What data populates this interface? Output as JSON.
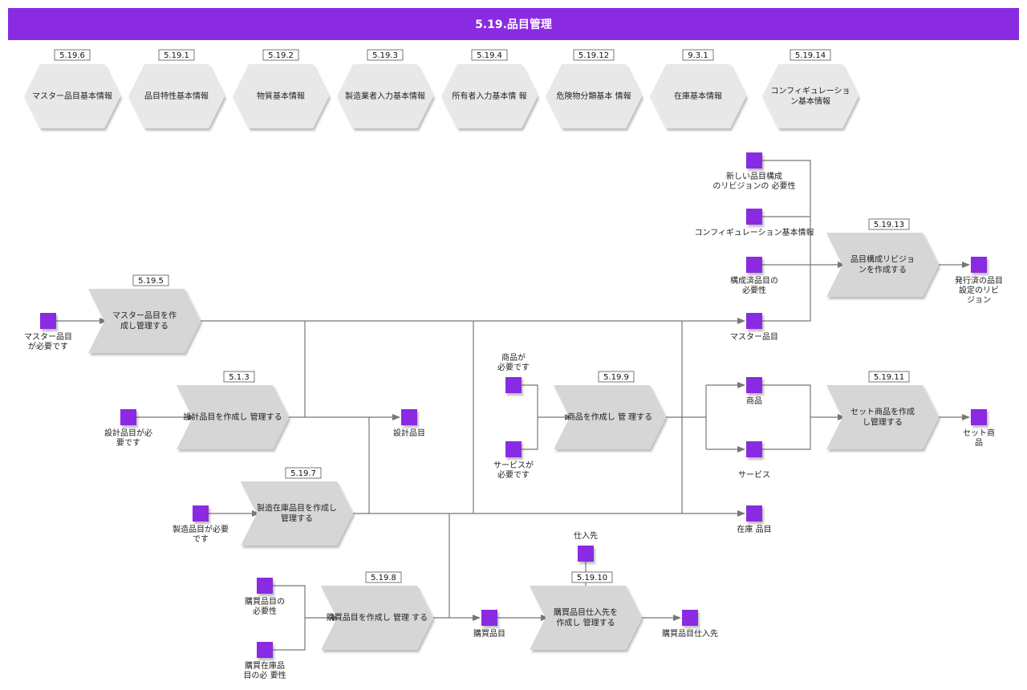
{
  "title": "5.19.品目管理",
  "colors": {
    "accent": "#8a2be2",
    "shape_fill": "#d6d6d6",
    "hex_fill": "#e8e8e8",
    "connector": "#777777"
  },
  "references": [
    {
      "tag": "5.19.6",
      "label": [
        "マスター品目基本情報"
      ]
    },
    {
      "tag": "5.19.1",
      "label": [
        "品目特性基本情報"
      ]
    },
    {
      "tag": "5.19.2",
      "label": [
        "物質基本情報"
      ]
    },
    {
      "tag": "5.19.3",
      "label": [
        "製造業者入力基本情報"
      ]
    },
    {
      "tag": "5.19.4",
      "label": [
        "所有者入力基本情 報"
      ]
    },
    {
      "tag": "5.19.12",
      "label": [
        "危険物分類基本 情報"
      ]
    },
    {
      "tag": "9.3.1",
      "label": [
        "在庫基本情報"
      ]
    },
    {
      "tag": "5.19.14",
      "label": [
        "コンフィギュレーショ",
        "ン基本情報"
      ]
    }
  ],
  "processes": [
    {
      "id": "p-5195",
      "tag": "5.19.5",
      "label": [
        "マスター品目を作",
        "成し管理する"
      ]
    },
    {
      "id": "p-513",
      "tag": "5.1.3",
      "label": [
        "設計品目を作成し 管理する"
      ]
    },
    {
      "id": "p-5197",
      "tag": "5.19.7",
      "label": [
        "製造在庫品目を作成し",
        "管理する"
      ]
    },
    {
      "id": "p-5198",
      "tag": "5.19.8",
      "label": [
        "購買品目を作成し 管理 する"
      ]
    },
    {
      "id": "p-51910",
      "tag": "5.19.10",
      "label": [
        "購買品目仕入先を",
        "作成し 管理する"
      ]
    },
    {
      "id": "p-5199",
      "tag": "5.19.9",
      "label": [
        "商品を作成し 管 理する"
      ]
    },
    {
      "id": "p-51911",
      "tag": "5.19.11",
      "label": [
        "セット商品を作成",
        "し管理する"
      ]
    },
    {
      "id": "p-51913",
      "tag": "5.19.13",
      "label": [
        "品目構成リビジョ",
        "ンを作成する"
      ]
    }
  ],
  "events": [
    {
      "id": "e1",
      "label": [
        "マスター品目",
        "が必要です"
      ]
    },
    {
      "id": "e2",
      "label": [
        "設計品目が必",
        "要です"
      ]
    },
    {
      "id": "e3",
      "label": [
        "設計品目"
      ]
    },
    {
      "id": "e4",
      "label": [
        "製造品目が必要",
        "です"
      ]
    },
    {
      "id": "e5",
      "label": [
        "購買品目の",
        "必要性"
      ]
    },
    {
      "id": "e6",
      "label": [
        "購買在庫品",
        "目の必 要性"
      ]
    },
    {
      "id": "e7",
      "label": [
        "購買品目"
      ]
    },
    {
      "id": "e8",
      "label": [
        "仕入先"
      ]
    },
    {
      "id": "e9",
      "label": [
        "購買品目仕入先"
      ]
    },
    {
      "id": "e10",
      "label": [
        "商品が",
        "必要です"
      ]
    },
    {
      "id": "e11",
      "label": [
        "サービスが",
        "必要です"
      ]
    },
    {
      "id": "e12",
      "label": [
        "商品"
      ]
    },
    {
      "id": "e13",
      "label": [
        "サービス"
      ]
    },
    {
      "id": "e14",
      "label": [
        "セット商",
        "品"
      ]
    },
    {
      "id": "e15",
      "label": [
        "在庫 品目"
      ]
    },
    {
      "id": "e16",
      "label": [
        "マスター品目"
      ]
    },
    {
      "id": "e17",
      "label": [
        "新しい品目構成",
        "のリビジョンの 必要性"
      ]
    },
    {
      "id": "e18",
      "label": [
        "コンフィギュレーション基本情報"
      ]
    },
    {
      "id": "e19",
      "label": [
        "構成済品目の",
        "必要性"
      ]
    },
    {
      "id": "e20",
      "label": [
        "発行済の品目",
        "設定のリビ",
        "ジョン"
      ]
    }
  ]
}
